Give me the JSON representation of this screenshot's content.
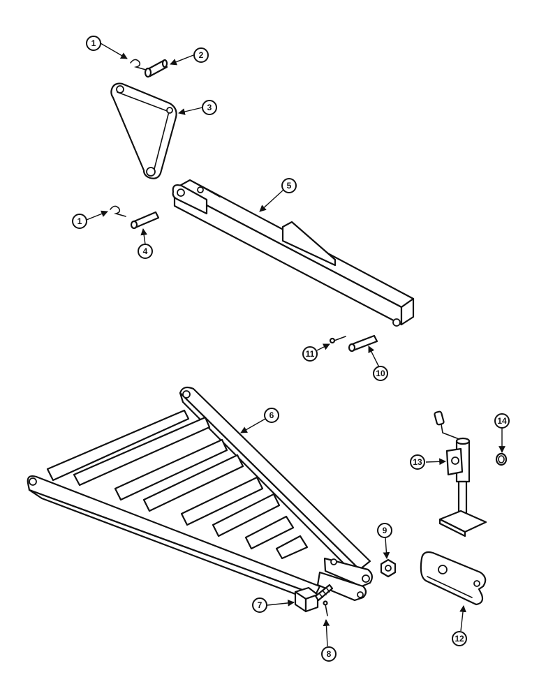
{
  "callouts": {
    "c1a": "1",
    "c2": "2",
    "c3": "3",
    "c1b": "1",
    "c4": "4",
    "c5": "5",
    "c11": "11",
    "c10": "10",
    "c6": "6",
    "c14": "14",
    "c13": "13",
    "c9": "9",
    "c7": "7",
    "c8": "8",
    "c12": "12"
  },
  "colors": {
    "line": "#111111",
    "background": "#ffffff"
  }
}
